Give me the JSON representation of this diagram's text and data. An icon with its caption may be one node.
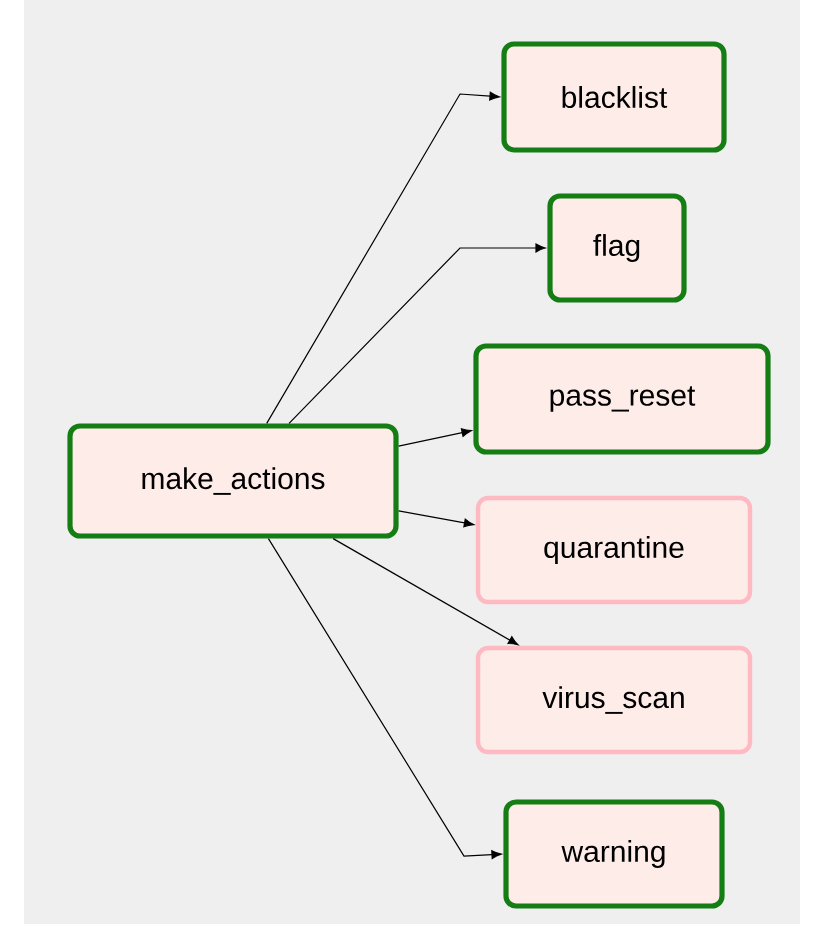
{
  "diagram": {
    "nodes": [
      {
        "text": [
          "make_actions"
        ]
      },
      {
        "text": [
          "blacklist"
        ]
      },
      {
        "text": [
          "flag"
        ]
      },
      {
        "text": [
          "pass_reset"
        ]
      },
      {
        "text": [
          "quarantine"
        ]
      },
      {
        "text": [
          "virus_scan"
        ]
      },
      {
        "text": [
          "warning"
        ]
      }
    ],
    "edges": [
      {
        "from": 0,
        "to": 1,
        "arrow": "to"
      },
      {
        "from": 0,
        "to": 2,
        "arrow": "to"
      },
      {
        "from": 0,
        "to": 3,
        "arrow": "to"
      },
      {
        "from": 0,
        "to": 4,
        "arrow": "to"
      },
      {
        "from": 0,
        "to": 5,
        "arrow": "to"
      },
      {
        "from": 0,
        "to": 6,
        "arrow": "to"
      }
    ]
  }
}
